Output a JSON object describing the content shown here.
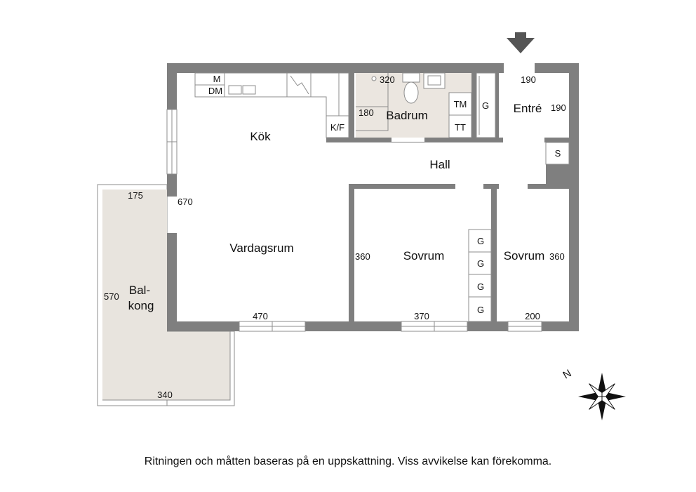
{
  "rooms": {
    "kitchen": "Kök",
    "living": "Vardagsrum",
    "bathroom": "Badrum",
    "hall": "Hall",
    "entry": "Entré",
    "bedroom1": "Sovrum",
    "bedroom2": "Sovrum",
    "balcony_line1": "Bal-",
    "balcony_line2": "kong"
  },
  "dimensions": {
    "bath_width": "320",
    "bath_depth": "180",
    "entry_width": "190",
    "entry_depth": "190",
    "living_depth": "670",
    "living_width": "470",
    "bed1_depth": "360",
    "bed1_width": "370",
    "bed2_depth": "360",
    "bed2_width": "200",
    "balcony_top": "175",
    "balcony_side": "570",
    "balcony_bottom": "340"
  },
  "fixtures": {
    "microwave": "M",
    "dishwasher": "DM",
    "fridge_freezer": "K/F",
    "washer": "TM",
    "dryer": "TT",
    "wardrobe_entry": "G",
    "storage": "S",
    "wardrobe_1": "G",
    "wardrobe_2": "G",
    "wardrobe_3": "G",
    "wardrobe_4": "G"
  },
  "compass": {
    "north": "N"
  },
  "disclaimer": "Ritningen och måtten baseras på en uppskattning. Viss avvikelse kan förekomma."
}
